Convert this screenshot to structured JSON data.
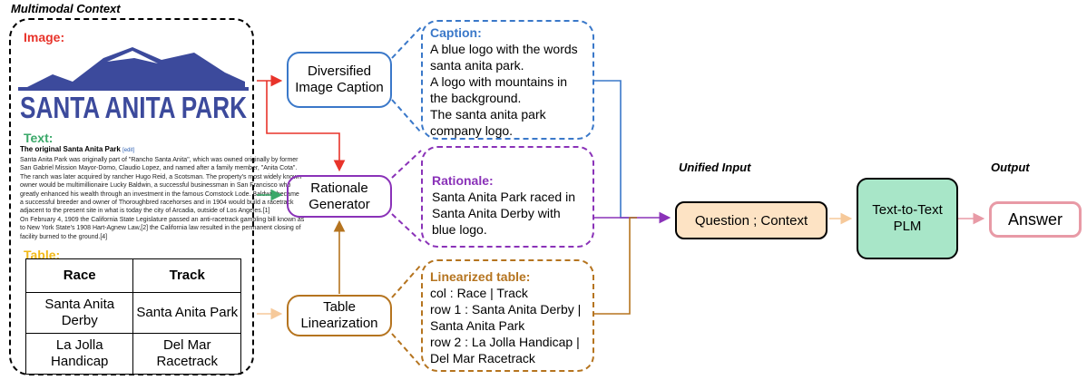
{
  "multimodal_context": {
    "title": "Multimodal Context",
    "image_label": "Image:",
    "logo_text": "SANTA ANITA PARK",
    "text_label": "Text:",
    "article": {
      "heading": "The original Santa Anita Park",
      "edit": "[edit]",
      "lines": [
        "Santa Anita Park was originally part of \"Rancho Santa Anita\", which was owned originally by former",
        "San Gabriel Mission Mayor-Domo, Claudio Lopez, and named after a family member, \"Anita Cota\".",
        "The ranch was later acquired by rancher Hugo Reid, a Scotsman. The property's most widely known",
        "owner would be multimillionaire Lucky Baldwin, a successful businessman in San Francisco who",
        "greatly enhanced his wealth through an investment in the famous Comstock Lode. Baldwin became",
        "a successful breeder and owner of Thoroughbred racehorses and in 1904 would build a racetrack",
        "adjacent to the present site in what is today the city of Arcadia, outside of Los Angeles.[1]",
        "On February 4, 1909 the California State Legislature passed an anti-racetrack gambling bill known as",
        "to New York State's 1908 Hart-Agnew Law,[2] the California law resulted in the permanent closing of",
        "facility burned to the ground.[4]"
      ]
    },
    "table_label": "Table:",
    "table": {
      "headers": [
        "Race",
        "Track"
      ],
      "rows": [
        [
          "Santa Anita Derby",
          "Santa Anita Park"
        ],
        [
          "La Jolla Handicap",
          "Del Mar Racetrack"
        ]
      ]
    }
  },
  "modules": {
    "caption_module": "Diversified Image Caption",
    "rationale_module": "Rationale Generator",
    "table_module": "Table Linearization"
  },
  "outputs": {
    "caption": {
      "title": "Caption:",
      "lines": [
        "A blue logo with the words",
        "santa anita park.",
        "A logo with mountains in",
        "the background.",
        "The santa anita park",
        "company logo."
      ]
    },
    "rationale": {
      "title": "Rationale:",
      "lines": [
        "Santa Anita Park raced in",
        "Santa Anita Derby with",
        "blue logo."
      ]
    },
    "linearized": {
      "title": "Linearized table:",
      "lines": [
        "col : Race | Track",
        "row 1 : Santa Anita Derby |",
        "Santa Anita Park",
        "row 2 : La Jolla Handicap |",
        "Del Mar Racetrack"
      ]
    }
  },
  "pipeline": {
    "unified_input_label": "Unified Input",
    "unified_input_box": "Question ; Context",
    "plm_box": "Text-to-Text PLM",
    "output_label": "Output",
    "answer_box": "Answer"
  },
  "colors": {
    "red": "#e8332a",
    "green": "#3aa869",
    "blue_border": "#3a78c9",
    "purple": "#8a32b8",
    "brown": "#b5741f",
    "peach": "#f6c99a",
    "peach_fill": "#fde3c4",
    "mint_fill": "#a8e6c8",
    "pink": "#e89aa6",
    "yellow_label": "#f2b918",
    "logo_blue": "#3c4a9c"
  }
}
